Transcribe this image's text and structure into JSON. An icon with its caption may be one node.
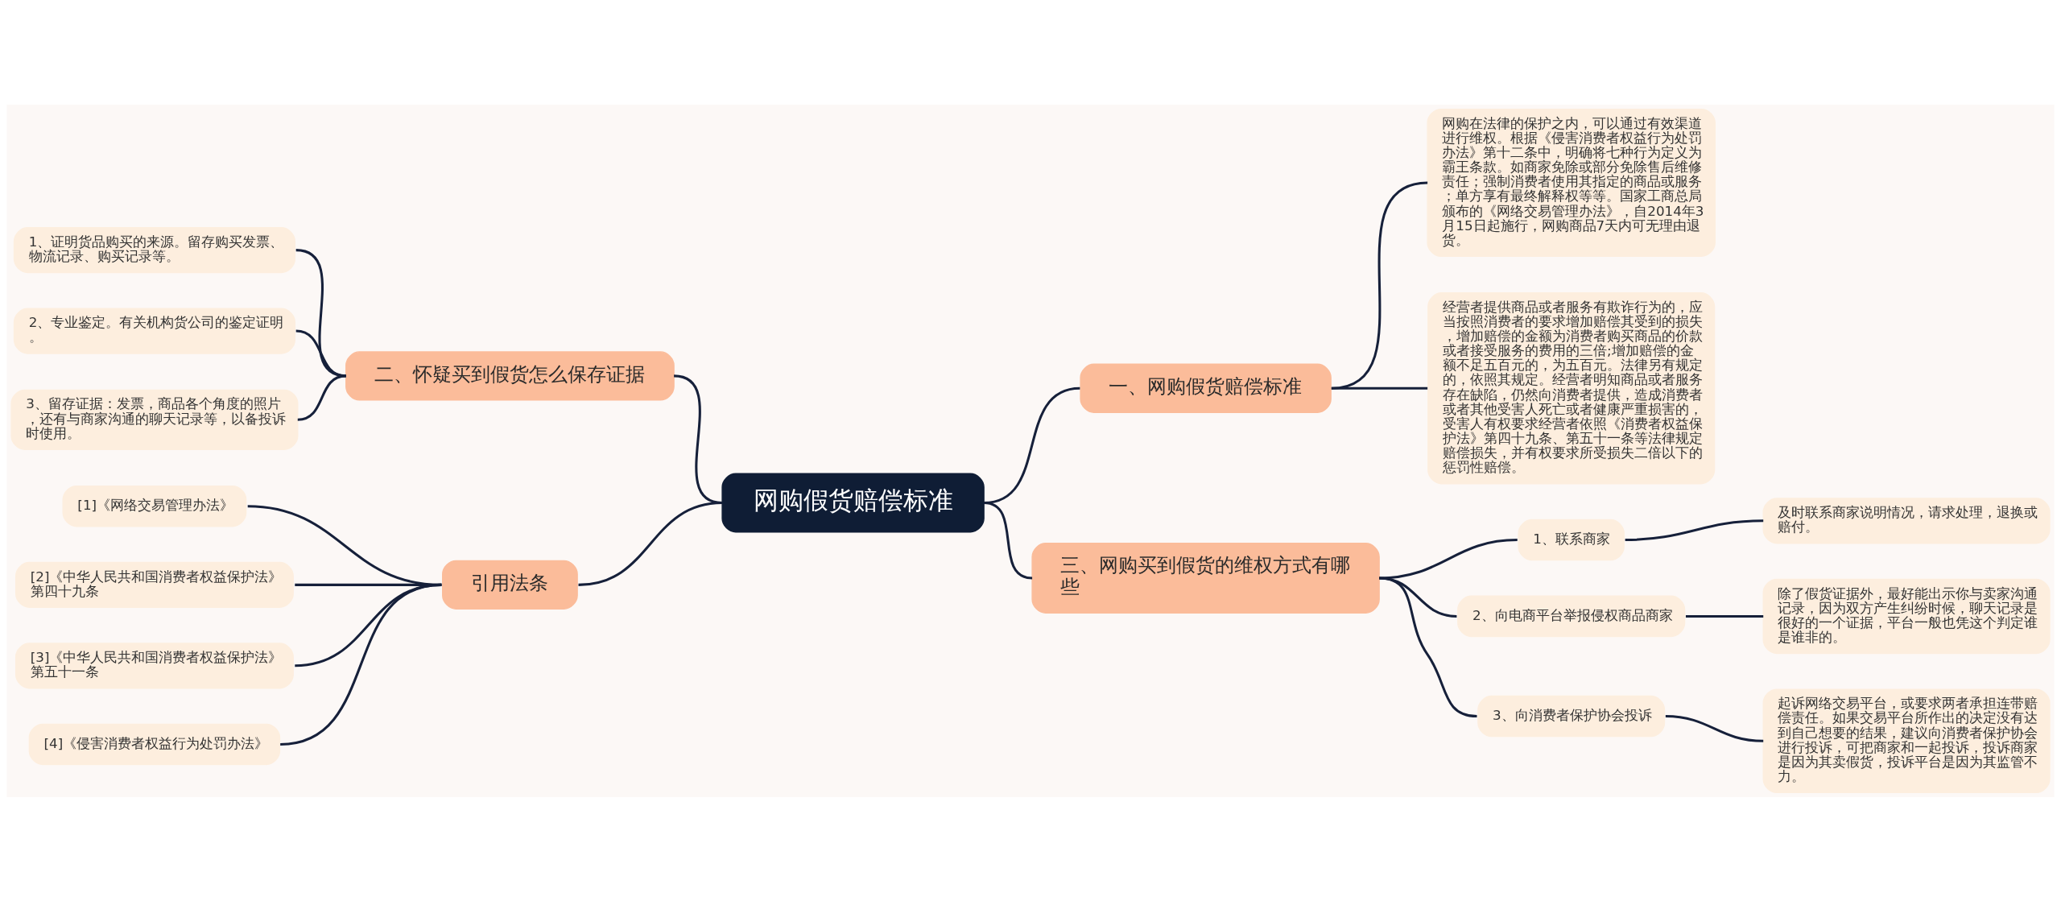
{
  "diagram": {
    "nodes": [
      {
        "text": [
          "网购假货赔偿标准"
        ]
      },
      {
        "text": [
          "一、网购假货赔偿标准"
        ]
      },
      {
        "text": [
          "网购在法律的保护之内，可以通过有效渠道进行维权。根据《侵害消费者权益行为处罚办法》第十二条中，明确将七种行为定义为霸王条款。如商家免除或部分免除售后维修责任；强制消费者使用其指定的商品或服务；单方享有最终解释权等等。国家工商总局颁布的《网络交易管理办法》，自2014年3月15日起施行，网购商品7天内可无理由退货。"
        ]
      },
      {
        "text": [
          "经营者提供商品或者服务有欺诈行为的，应当按照消费者的要求增加赔偿其受到的损失，增加赔偿的金额为消费者购买商品的价款或者接受服务的费用的三倍;增加赔偿的金额不足五百元的，为五百元。法律另有规定的，依照其规定。经营者明知商品或者服务存在缺陷，仍然向消费者提供，造成消费者或者其他受害人死亡或者健康严重损害的，受害人有权要求经营者依照《消费者权益保护法》第四十九条、第五十一条等法律规定赔偿损失，并有权要求所受损失二倍以下的惩罚性赔偿。"
        ]
      },
      {
        "text": [
          "二、怀疑买到假货怎么保存证据"
        ]
      },
      {
        "text": [
          "1、证明货品购买的来源。留存购买发票、物流记录、购买记录等。"
        ]
      },
      {
        "text": [
          "2、专业鉴定。有关机构货公司的鉴定证明。"
        ]
      },
      {
        "text": [
          "3、留存证据：发票，商品各个角度的照片，还有与商家沟通的聊天记录等，以备投诉时使用。"
        ]
      },
      {
        "text": [
          "三、网购买到假货的维权方式有哪些"
        ]
      },
      {
        "text": [
          "1、联系商家"
        ]
      },
      {
        "text": [
          "及时联系商家说明情况，请求处理，退换或赔付。"
        ]
      },
      {
        "text": [
          "2、向电商平台举报侵权商品商家"
        ]
      },
      {
        "text": [
          "除了假货证据外，最好能出示你与卖家沟通记录，因为双方产生纠纷时候，聊天记录是很好的一个证据，平台一般也凭这个判定谁是谁非的。"
        ]
      },
      {
        "text": [
          "3、向消费者保护协会投诉"
        ]
      },
      {
        "text": [
          "起诉网络交易平台，或要求两者承担连带赔偿责任。如果交易平台所作出的决定没有达到自己想要的结果，建议向消费者保护协会进行投诉，可把商家和一起投诉，投诉商家是因为其卖假货，投诉平台是因为其监管不力。"
        ]
      },
      {
        "text": [
          "引用法条"
        ]
      },
      {
        "text": [
          "[1]《网络交易管理办法》"
        ]
      },
      {
        "text": [
          "[2]《中华人民共和国消费者权益保护法》第四十九条"
        ]
      },
      {
        "text": [
          "[3]《中华人民共和国消费者权益保护法》第五十一条"
        ]
      },
      {
        "text": [
          "[4]《侵害消费者权益行为处罚办法》"
        ]
      }
    ],
    "edges": [
      {
        "from": 0,
        "to": 1,
        "arrow": "none"
      },
      {
        "from": 1,
        "to": 2,
        "arrow": "none"
      },
      {
        "from": 1,
        "to": 3,
        "arrow": "none"
      },
      {
        "from": 0,
        "to": 4,
        "arrow": "none"
      },
      {
        "from": 4,
        "to": 5,
        "arrow": "none"
      },
      {
        "from": 4,
        "to": 6,
        "arrow": "none"
      },
      {
        "from": 4,
        "to": 7,
        "arrow": "none"
      },
      {
        "from": 0,
        "to": 8,
        "arrow": "none"
      },
      {
        "from": 8,
        "to": 9,
        "arrow": "none"
      },
      {
        "from": 9,
        "to": 10,
        "arrow": "none"
      },
      {
        "from": 8,
        "to": 11,
        "arrow": "none"
      },
      {
        "from": 11,
        "to": 12,
        "arrow": "none"
      },
      {
        "from": 8,
        "to": 13,
        "arrow": "none"
      },
      {
        "from": 13,
        "to": 14,
        "arrow": "none"
      },
      {
        "from": 0,
        "to": 15,
        "arrow": "none"
      },
      {
        "from": 15,
        "to": 16,
        "arrow": "none"
      },
      {
        "from": 15,
        "to": 17,
        "arrow": "none"
      },
      {
        "from": 15,
        "to": 18,
        "arrow": "none"
      },
      {
        "from": 15,
        "to": 19,
        "arrow": "none"
      }
    ]
  }
}
